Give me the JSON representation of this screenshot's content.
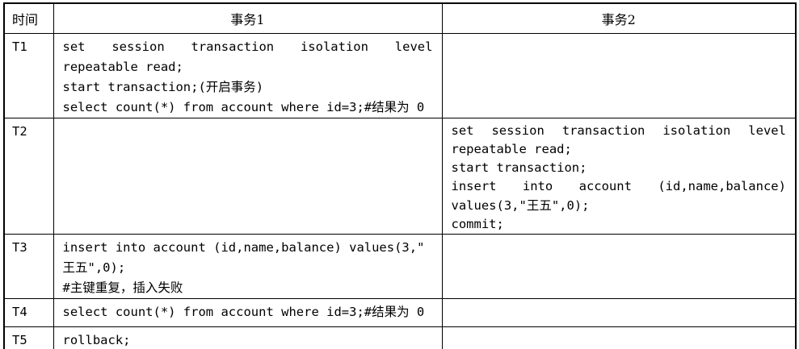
{
  "colors": {
    "border": "#000000",
    "text": "#000000",
    "background": "#ffffff"
  },
  "table": {
    "headers": [
      "时间",
      "事务1",
      "事务2"
    ],
    "rows": [
      {
        "time": "T1",
        "tx1": [
          {
            "text": "set session transaction isolation level",
            "justify": true
          },
          {
            "text": "repeatable read;"
          },
          {
            "text": "start transaction;(开启事务)"
          },
          {
            "text": "select count(*) from account where id=3;#结果为 0"
          }
        ],
        "tx2": []
      },
      {
        "time": "T2",
        "tx1": [],
        "tx2": [
          {
            "text": "set session transaction isolation level",
            "justify": true
          },
          {
            "text": "repeatable read;"
          },
          {
            "text": "start transaction;"
          },
          {
            "text": "insert into account (id,name,balance)",
            "justify": true
          },
          {
            "text": "values(3,\"王五\",0);"
          },
          {
            "text": "commit;"
          }
        ]
      },
      {
        "time": "T3",
        "tx1": [
          {
            "text": "insert into account (id,name,balance) values(3,\""
          },
          {
            "text": "王五\",0);"
          },
          {
            "text": "#主键重复，插入失败"
          }
        ],
        "tx2": []
      },
      {
        "time": "T4",
        "tx1": [
          {
            "text": "select count(*) from account where id=3;#结果为 0"
          }
        ],
        "tx2": []
      },
      {
        "time": "T5",
        "tx1": [
          {
            "text": "rollback;"
          }
        ],
        "tx2": []
      }
    ]
  }
}
